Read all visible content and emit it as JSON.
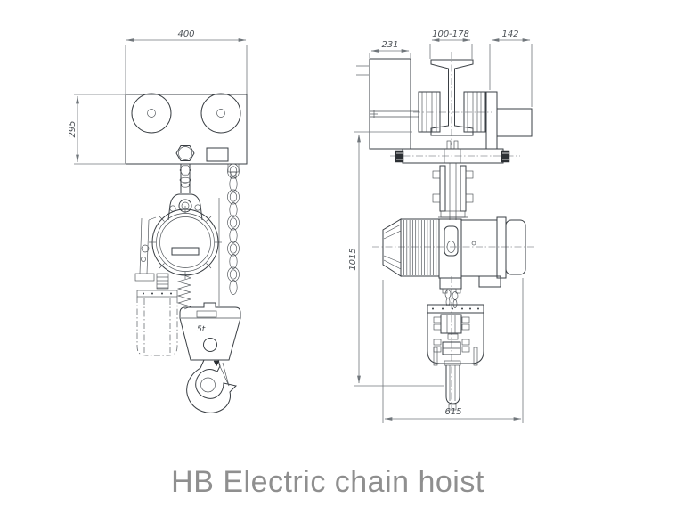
{
  "title": "HB Electric chain hoist",
  "dimensions": {
    "front_width": "400",
    "front_height": "295",
    "trolley_plate_width": "231",
    "beam_flange_range": "100-178",
    "side_offset": "142",
    "headroom": "1015",
    "body_length": "615"
  },
  "labels": {
    "capacity": "5t"
  },
  "colors": {
    "object_line": "#3a3f44",
    "dimension_line": "#70767b",
    "title_text": "#8f8f8f",
    "background": "#ffffff"
  }
}
